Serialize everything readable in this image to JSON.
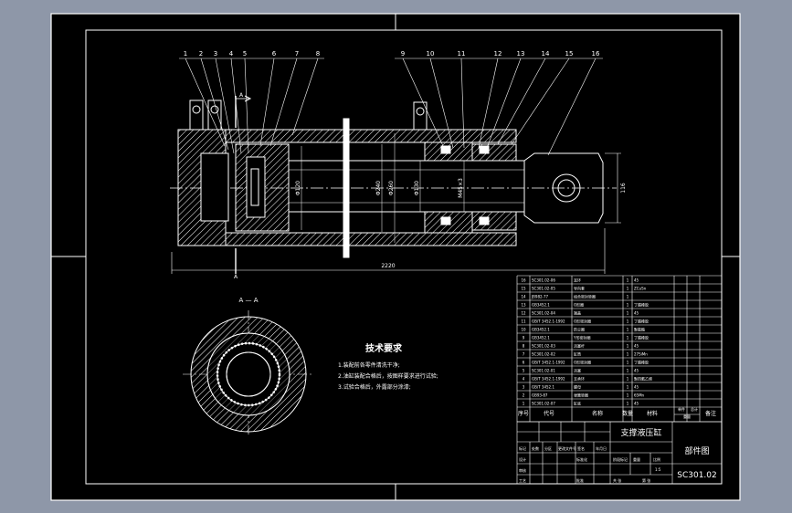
{
  "colors": {
    "background": "#8e97a8",
    "sheet": "#000000",
    "line": "#ffffff",
    "hatch": "#ffffff"
  },
  "part_numbers": [
    "1",
    "2",
    "3",
    "4",
    "5",
    "6",
    "7",
    "8",
    "9",
    "10",
    "11",
    "12",
    "13",
    "14",
    "15",
    "16"
  ],
  "dimensions": {
    "overall_length": "2220",
    "right_height": "116",
    "bore_d1": "Φ120",
    "bore_d2": "Φ240",
    "bore_d3": "Φ260",
    "bore_d4": "Φ130",
    "rod": "M45×3"
  },
  "section_marker": "A",
  "section_title": "A — A",
  "tech_requirements": {
    "title": "技术要求",
    "items": [
      "1.装配前各零件清洗干净;",
      "2.油缸装配合格后，按图样要求进行试验;",
      "3.试验合格后，外露部分涂漆;"
    ]
  },
  "bom_header": {
    "seq": "序号",
    "code": "代号",
    "name": "名称",
    "qty": "数量",
    "material": "材料",
    "unit_weight": "单件",
    "total_weight": "总计",
    "weight": "重量",
    "remark": "备注"
  },
  "bom_rows": [
    {
      "seq": "16",
      "code": "SC301.02-06",
      "name": "耳环",
      "qty": "1",
      "mat": "45"
    },
    {
      "seq": "15",
      "code": "SC301.02-05",
      "name": "导向套",
      "qty": "1",
      "mat": "ZCuSn"
    },
    {
      "seq": "14",
      "code": "JB982-77",
      "name": "组合密封垫圈",
      "qty": "1",
      "mat": ""
    },
    {
      "seq": "13",
      "code": "GB3452.1",
      "name": "O形圈",
      "qty": "1",
      "mat": "丁腈橡胶"
    },
    {
      "seq": "12",
      "code": "SC301.02-04",
      "name": "端盖",
      "qty": "1",
      "mat": "45"
    },
    {
      "seq": "11",
      "code": "GB/T 3452.1-1992",
      "name": "O形密封圈",
      "qty": "1",
      "mat": "丁腈橡胶"
    },
    {
      "seq": "10",
      "code": "GB3452.1",
      "name": "防尘圈",
      "qty": "1",
      "mat": "聚氨酯"
    },
    {
      "seq": "9",
      "code": "GB3452.1",
      "name": "Y形密封圈",
      "qty": "1",
      "mat": "丁腈橡胶"
    },
    {
      "seq": "8",
      "code": "SC301.02-03",
      "name": "活塞杆",
      "qty": "1",
      "mat": "45"
    },
    {
      "seq": "7",
      "code": "SC301.02-02",
      "name": "缸筒",
      "qty": "1",
      "mat": "27SiMn"
    },
    {
      "seq": "6",
      "code": "GB/T 3452.1-1992",
      "name": "O形密封圈",
      "qty": "1",
      "mat": "丁腈橡胶"
    },
    {
      "seq": "5",
      "code": "SC301.02-01",
      "name": "活塞",
      "qty": "1",
      "mat": "45"
    },
    {
      "seq": "4",
      "code": "GB/T 3452.1-1992",
      "name": "支承环",
      "qty": "1",
      "mat": "聚四氟乙烯"
    },
    {
      "seq": "3",
      "code": "GB/T 3452.1",
      "name": "螺母",
      "qty": "1",
      "mat": "45"
    },
    {
      "seq": "2",
      "code": "GB93-87",
      "name": "弹簧垫圈",
      "qty": "1",
      "mat": "65Mn"
    },
    {
      "seq": "1",
      "code": "SC301.02-07",
      "name": "缸底",
      "qty": "1",
      "mat": "45"
    }
  ],
  "title_block": {
    "part_name": "支撑液压缸",
    "drawing_type": "部件图",
    "drawing_number": "SC301.02",
    "labels": {
      "marks": "标记",
      "count": "处数",
      "zone": "分区",
      "change_doc": "更改文件号",
      "signature": "签名",
      "date": "年月日",
      "design": "设计",
      "standardize": "标准化",
      "review": "审核",
      "process": "工艺",
      "approve": "批准",
      "stage_mark": "阶段标记",
      "weight": "重量",
      "scale": "比例",
      "sheets": "共 张",
      "sheet_no": "第 张",
      "scale_value": "1:5"
    }
  }
}
